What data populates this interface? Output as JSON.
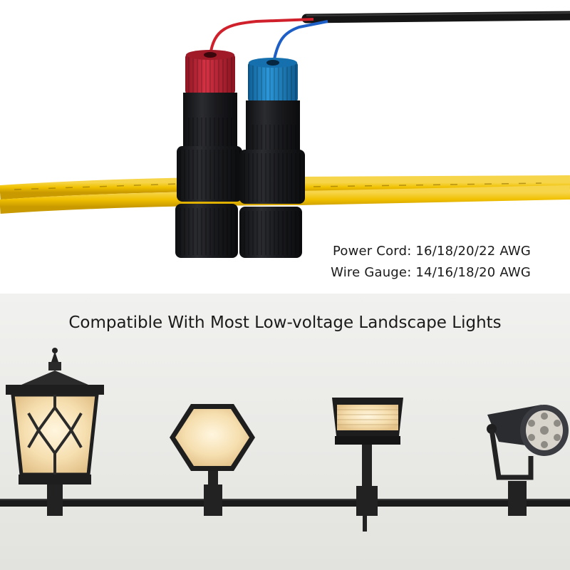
{
  "specs": {
    "power_cord": "Power Cord: 16/18/20/22 AWG",
    "wire_gauge": "Wire Gauge: 14/16/18/20 AWG"
  },
  "headline": "Compatible With Most Low-voltage Landscape Lights",
  "colors": {
    "red_cap": "#c8283a",
    "blue_cap": "#1f86c8",
    "yellow_cable": "#f2c40a",
    "connector_body": "#1c1d20",
    "background_bottom": "#ececE9"
  },
  "lights": [
    {
      "icon": "lantern-light-icon"
    },
    {
      "icon": "hexagon-light-icon"
    },
    {
      "icon": "flood-light-icon"
    },
    {
      "icon": "spot-light-icon"
    }
  ]
}
